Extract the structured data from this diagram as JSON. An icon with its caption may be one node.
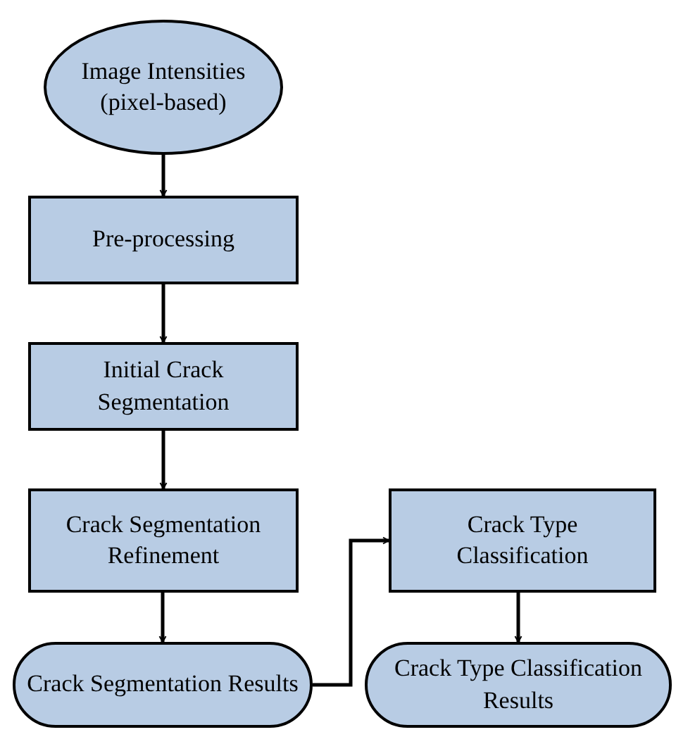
{
  "diagram": {
    "nodes": [
      {
        "text": [
          "Image Intensities (pixel-based)"
        ]
      },
      {
        "text": [
          "Pre-processing"
        ]
      },
      {
        "text": [
          "Initial Crack Segmentation"
        ]
      },
      {
        "text": [
          "Crack Segmentation Refinement"
        ]
      },
      {
        "text": [
          "Crack Segmentation Results"
        ]
      },
      {
        "text": [
          "Crack Type Classification"
        ]
      },
      {
        "text": [
          "Crack Type Classification Results"
        ]
      }
    ],
    "edges": [
      {
        "from": 0,
        "to": 1,
        "arrow": "to"
      },
      {
        "from": 1,
        "to": 2,
        "arrow": "to"
      },
      {
        "from": 2,
        "to": 3,
        "arrow": "to"
      },
      {
        "from": 3,
        "to": 4,
        "arrow": "to"
      },
      {
        "from": 4,
        "to": 5,
        "arrow": "to"
      },
      {
        "from": 5,
        "to": 6,
        "arrow": "to"
      }
    ]
  }
}
